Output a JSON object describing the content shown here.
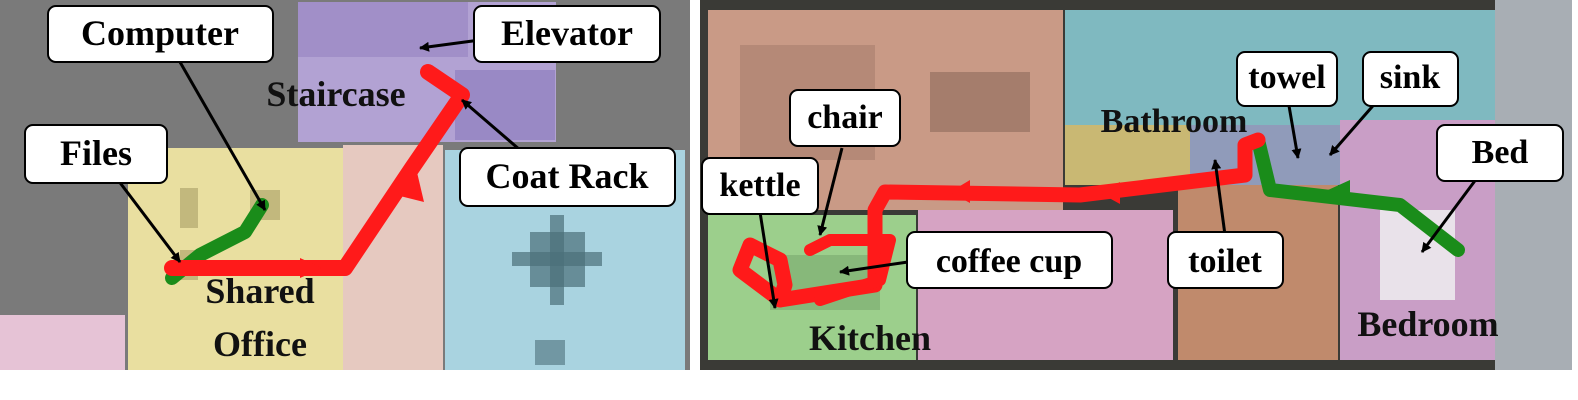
{
  "left": {
    "room_labels": [
      {
        "id": "staircase",
        "lines": [
          "Staircase"
        ]
      },
      {
        "id": "shared-office",
        "lines": [
          "Shared",
          "Office"
        ]
      }
    ],
    "callouts": [
      {
        "id": "computer",
        "text": "Computer"
      },
      {
        "id": "elevator",
        "text": "Elevator"
      },
      {
        "id": "files",
        "text": "Files"
      },
      {
        "id": "coat-rack",
        "text": "Coat Rack"
      }
    ]
  },
  "right": {
    "room_labels": [
      {
        "id": "bathroom",
        "lines": [
          "Bathroom"
        ]
      },
      {
        "id": "kitchen",
        "lines": [
          "Kitchen"
        ]
      },
      {
        "id": "bedroom",
        "lines": [
          "Bedroom"
        ]
      }
    ],
    "callouts": [
      {
        "id": "towel",
        "text": "towel"
      },
      {
        "id": "sink",
        "text": "sink"
      },
      {
        "id": "chair",
        "text": "chair"
      },
      {
        "id": "bed",
        "text": "Bed"
      },
      {
        "id": "kettle",
        "text": "kettle"
      },
      {
        "id": "coffee-cup",
        "text": "coffee cup"
      },
      {
        "id": "toilet",
        "text": "toilet"
      }
    ]
  },
  "colors": {
    "path_red": "#ff1a1a",
    "path_green": "#1a8c1a",
    "arrow": "#000000",
    "callout_bg": "#ffffff",
    "room_staircase": "#b8a6dd",
    "room_office": "#e9dfa0",
    "room_meeting": "#a9d3e0",
    "room_bathroom": "#7fb9c0",
    "room_kitchen": "#9ccf8c",
    "room_living": "#c99a86",
    "room_bedroom": "#c99ec6"
  }
}
